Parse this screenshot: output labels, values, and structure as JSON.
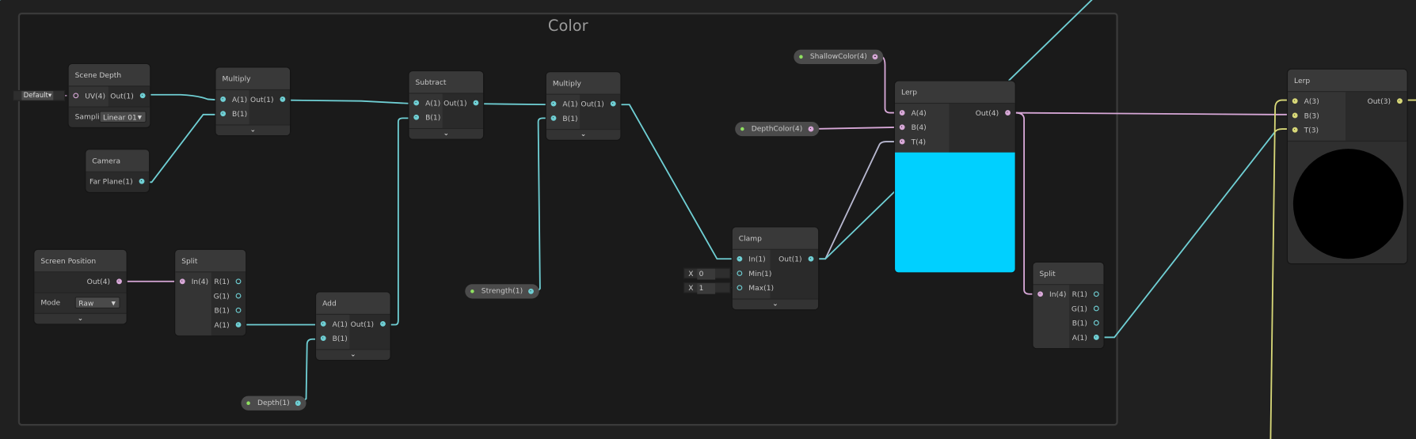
{
  "group": {
    "title": "Color"
  },
  "colors": {
    "float": "#6fcfd4",
    "vector4": "#d8a8d8",
    "vector3": "#d8d878",
    "preview_lerp": "#00d0ff",
    "preview_output": "#000000",
    "property_dot": "#8fe060"
  },
  "nodes": [
    {
      "id": "scene_depth",
      "title": "Scene Depth",
      "inputs": [
        {
          "label": "UV(4)",
          "type": "vector4",
          "connected": false
        }
      ],
      "outputs": [
        {
          "label": "Out(1)",
          "type": "float",
          "connected": true
        }
      ],
      "control": {
        "label": "Samplir",
        "value": "Linear 01"
      }
    },
    {
      "id": "camera",
      "title": "Camera",
      "inputs": [],
      "outputs": [
        {
          "label": "Far Plane(1)",
          "type": "float",
          "connected": true
        }
      ]
    },
    {
      "id": "multiply1",
      "title": "Multiply",
      "inputs": [
        {
          "label": "A(1)",
          "type": "float",
          "connected": true
        },
        {
          "label": "B(1)",
          "type": "float",
          "connected": true
        }
      ],
      "outputs": [
        {
          "label": "Out(1)",
          "type": "float",
          "connected": true
        }
      ],
      "chevron": "⌄"
    },
    {
      "id": "subtract",
      "title": "Subtract",
      "inputs": [
        {
          "label": "A(1)",
          "type": "float",
          "connected": true
        },
        {
          "label": "B(1)",
          "type": "float",
          "connected": true
        }
      ],
      "outputs": [
        {
          "label": "Out(1)",
          "type": "float",
          "connected": true
        }
      ],
      "chevron": "⌄"
    },
    {
      "id": "multiply2",
      "title": "Multiply",
      "inputs": [
        {
          "label": "A(1)",
          "type": "float",
          "connected": true
        },
        {
          "label": "B(1)",
          "type": "float",
          "connected": true
        }
      ],
      "outputs": [
        {
          "label": "Out(1)",
          "type": "float",
          "connected": true
        }
      ],
      "chevron": "⌄"
    },
    {
      "id": "screen_position",
      "title": "Screen Position",
      "inputs": [],
      "outputs": [
        {
          "label": "Out(4)",
          "type": "vector4",
          "connected": true
        }
      ],
      "control": {
        "label": "Mode",
        "value": "Raw"
      },
      "chevron": "⌄"
    },
    {
      "id": "split1",
      "title": "Split",
      "inputs": [
        {
          "label": "In(4)",
          "type": "vector4",
          "connected": true
        }
      ],
      "outputs": [
        {
          "label": "R(1)",
          "type": "float",
          "connected": false
        },
        {
          "label": "G(1)",
          "type": "float",
          "connected": false
        },
        {
          "label": "B(1)",
          "type": "float",
          "connected": false
        },
        {
          "label": "A(1)",
          "type": "float",
          "connected": true
        }
      ]
    },
    {
      "id": "add",
      "title": "Add",
      "inputs": [
        {
          "label": "A(1)",
          "type": "float",
          "connected": true
        },
        {
          "label": "B(1)",
          "type": "float",
          "connected": true
        }
      ],
      "outputs": [
        {
          "label": "Out(1)",
          "type": "float",
          "connected": true
        }
      ],
      "chevron": "⌄"
    },
    {
      "id": "clamp",
      "title": "Clamp",
      "inputs": [
        {
          "label": "In(1)",
          "type": "float",
          "connected": true
        },
        {
          "label": "Min(1)",
          "type": "float",
          "connected": false
        },
        {
          "label": "Max(1)",
          "type": "float",
          "connected": false
        }
      ],
      "outputs": [
        {
          "label": "Out(1)",
          "type": "float",
          "connected": true
        }
      ],
      "chevron": "⌄"
    },
    {
      "id": "lerp1",
      "title": "Lerp",
      "inputs": [
        {
          "label": "A(4)",
          "type": "vector4",
          "connected": true
        },
        {
          "label": "B(4)",
          "type": "vector4",
          "connected": true
        },
        {
          "label": "T(4)",
          "type": "vector4",
          "connected": true
        }
      ],
      "outputs": [
        {
          "label": "Out(4)",
          "type": "vector4",
          "connected": true
        }
      ],
      "preview": "solid"
    },
    {
      "id": "split2",
      "title": "Split",
      "inputs": [
        {
          "label": "In(4)",
          "type": "vector4",
          "connected": true
        }
      ],
      "outputs": [
        {
          "label": "R(1)",
          "type": "float",
          "connected": false
        },
        {
          "label": "G(1)",
          "type": "float",
          "connected": false
        },
        {
          "label": "B(1)",
          "type": "float",
          "connected": false
        },
        {
          "label": "A(1)",
          "type": "float",
          "connected": true
        }
      ]
    },
    {
      "id": "lerp2",
      "title": "Lerp",
      "inputs": [
        {
          "label": "A(3)",
          "type": "vector3",
          "connected": true
        },
        {
          "label": "B(3)",
          "type": "vector3",
          "connected": true
        },
        {
          "label": "T(3)",
          "type": "vector3",
          "connected": true
        }
      ],
      "outputs": [
        {
          "label": "Out(3)",
          "type": "vector3",
          "connected": true
        }
      ],
      "preview": "circle"
    }
  ],
  "properties": [
    {
      "id": "shallow_color",
      "label": "ShallowColor(4)",
      "type": "vector4"
    },
    {
      "id": "depth_color",
      "label": "DepthColor(4)",
      "type": "vector4"
    },
    {
      "id": "strength",
      "label": "Strength(1)",
      "type": "float"
    },
    {
      "id": "depth",
      "label": "Depth(1)",
      "type": "float"
    }
  ],
  "inline_inputs": [
    {
      "axis": "X",
      "value": "0"
    },
    {
      "axis": "X",
      "value": "1"
    }
  ],
  "uv_default": {
    "value": "Default"
  }
}
